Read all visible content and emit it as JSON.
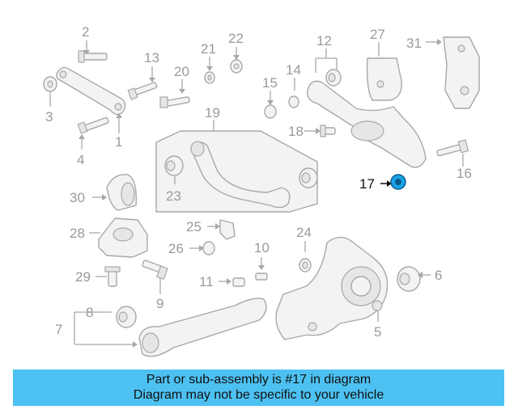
{
  "labels": {
    "n1": "1",
    "n2": "2",
    "n3": "3",
    "n4": "4",
    "n5": "5",
    "n6": "6",
    "n7": "7",
    "n8": "8",
    "n9": "9",
    "n10": "10",
    "n11": "11",
    "n12": "12",
    "n13": "13",
    "n14": "14",
    "n15": "15",
    "n16": "16",
    "n17": "17",
    "n18": "18",
    "n19": "19",
    "n20": "20",
    "n21": "21",
    "n22": "22",
    "n23": "23",
    "n24": "24",
    "n25": "25",
    "n26": "26",
    "n27": "27",
    "n28": "28",
    "n29": "29",
    "n30": "30",
    "n31": "31"
  },
  "highlighted_part": "17",
  "colors": {
    "banner": "#4dc1f2",
    "part_outline": "#a8a8a8",
    "highlight_part": "#1aa3e8",
    "label": "#9a9a9a"
  },
  "banner": {
    "line1": "Part or sub-assembly is #17 in diagram",
    "line2": "Diagram may not be specific to your vehicle"
  }
}
